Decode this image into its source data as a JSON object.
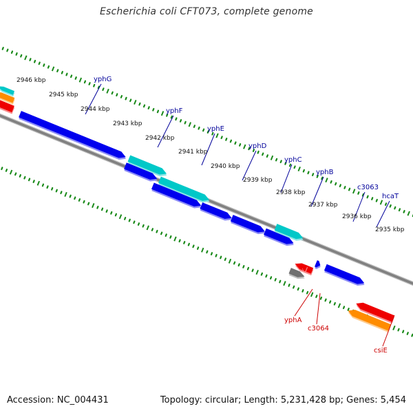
{
  "title": "Escherichia coli CFT073, complete genome",
  "footer": {
    "accession": "Accession: NC_004431",
    "summary": "Topology: circular; Length: 5,231,428 bp; Genes: 5,454"
  },
  "colors": {
    "backbone": "#808080",
    "ticks": "#1a8a1a",
    "forward_cds": "#0000ee",
    "forward_rna": "#00c8c8",
    "reverse_gene": "#ee0000",
    "reverse_other": "#ff8c00",
    "pseudo": "#707070",
    "label_forward": "#00009a",
    "label_reverse": "#cc0000"
  },
  "kbp_labels": [
    "2946 kbp",
    "2945 kbp",
    "2944 kbp",
    "2943 kbp",
    "2942 kbp",
    "2941 kbp",
    "2940 kbp",
    "2939 kbp",
    "2938 kbp",
    "2937 kbp",
    "2936 kbp",
    "2935 kbp"
  ],
  "gene_labels": {
    "forward": [
      "yphG",
      "yphF",
      "yphE",
      "yphD",
      "yphC",
      "yphB",
      "c3063",
      "hcaT"
    ],
    "reverse": [
      "yphA",
      "c3064",
      "csiE"
    ]
  }
}
